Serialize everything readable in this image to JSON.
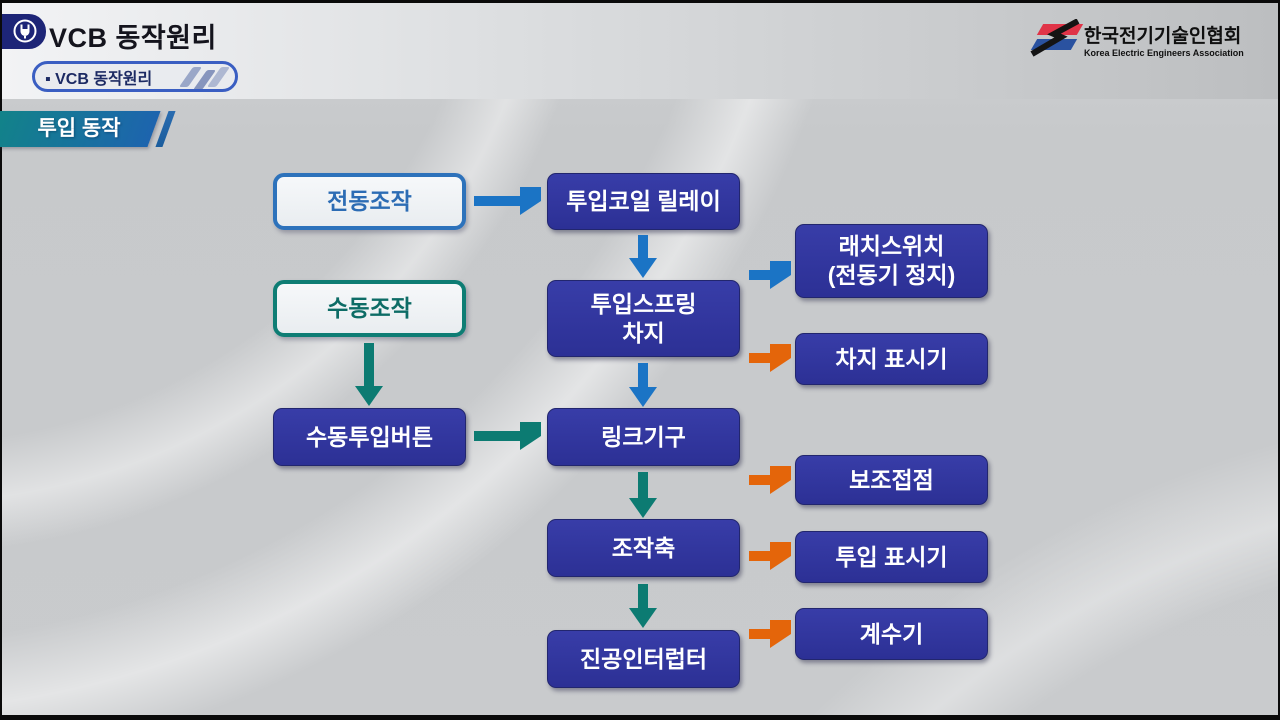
{
  "slide": {
    "title": "VCB 동작원리",
    "breadcrumb": "▪ VCB 동작원리",
    "section_banner": "투입 동작"
  },
  "logo": {
    "org_ko": "한국전기기술인협회",
    "org_en": "Korea Electric Engineers Association"
  },
  "flowchart": {
    "nodes": {
      "motor_operation": "전동조작",
      "closing_coil_relay": "투입코일 릴레이",
      "manual_operation": "수동조작",
      "closing_spring_charge": "투입스프링\n차지",
      "latch_switch": "래치스위치\n(전동기 정지)",
      "charge_indicator": "차지 표시기",
      "manual_closing_button": "수동투입버튼",
      "link_mechanism": "링크기구",
      "auxiliary_contact": "보조접점",
      "operating_shaft": "조작축",
      "closing_indicator": "투입 표시기",
      "vacuum_interrupter": "진공인터럽터",
      "counter": "계수기"
    },
    "colors": {
      "node_navy": "#2e3399",
      "node_outline_blue": "#2d72bb",
      "node_outline_teal": "#0e7d74",
      "arrow_blue": "#1b74c5",
      "arrow_teal": "#0c7b72",
      "arrow_orange": "#e4650a",
      "banner_gradient_left": "#12828a",
      "banner_gradient_right": "#1d64ae"
    }
  }
}
